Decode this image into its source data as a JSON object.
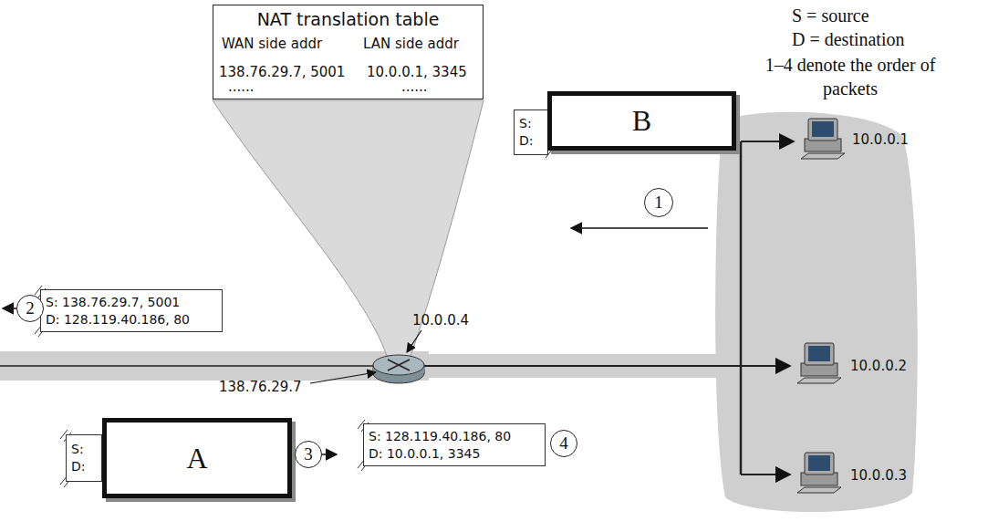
{
  "diagram": {
    "nodes": [
      {
        "text": [
          "NAT translation table"
        ]
      },
      {
        "text": [
          "S:",
          "D:"
        ]
      },
      {
        "text": [
          "B"
        ]
      },
      {
        "text": [
          "1"
        ]
      },
      {
        "text": [
          "S: 138.76.29.7, 5001",
          "D: 128.119.40.186, 80"
        ]
      },
      {
        "text": [
          "2"
        ]
      },
      {
        "text": [
          "S: 128.119.40.186, 80",
          "D: 10.0.0.1, 3345"
        ]
      },
      {
        "text": [
          "4"
        ]
      },
      {
        "text": [
          "S:",
          "D:"
        ]
      },
      {
        "text": [
          "A"
        ]
      },
      {
        "text": [
          "3"
        ]
      }
    ],
    "labels": [
      "S = source",
      "D = destination",
      "1–4 denote the order of packets",
      "WAN side addr",
      "LAN side addr",
      "138.76.29.7, 5001",
      "10.0.0.1, 3345",
      "......",
      "......",
      "10.0.0.4",
      "138.76.29.7",
      "10.0.0.1",
      "10.0.0.2",
      "10.0.0.3"
    ]
  }
}
